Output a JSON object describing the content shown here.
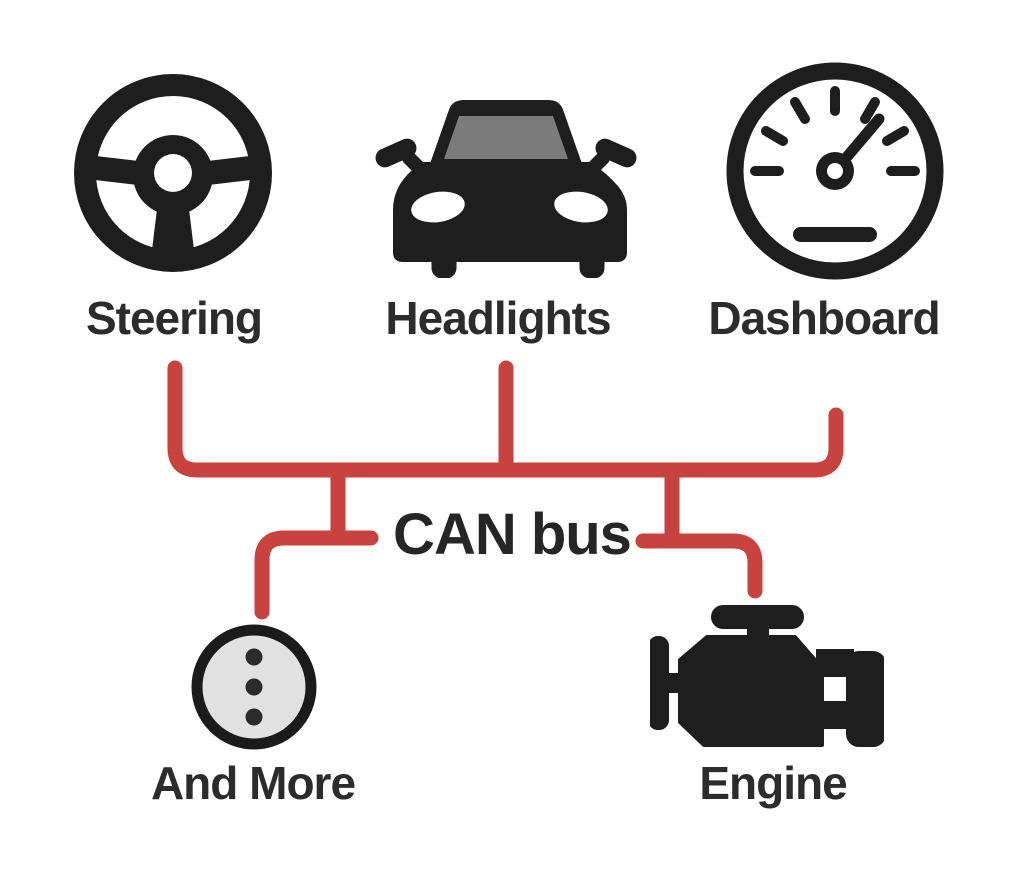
{
  "diagram": {
    "title": "CAN bus",
    "bus": {
      "label": "CAN bus",
      "line_color": "#c8423e"
    },
    "nodes": [
      {
        "label": "Steering",
        "icon": "steering-wheel-icon"
      },
      {
        "label": "Headlights",
        "icon": "car-front-icon"
      },
      {
        "label": "Dashboard",
        "icon": "speedometer-icon"
      },
      {
        "label": "And More",
        "icon": "ellipsis-circle-icon"
      },
      {
        "label": "Engine",
        "icon": "engine-icon"
      }
    ],
    "colors": {
      "icon_black": "#1e1e1e",
      "label_text": "#2c2c2c",
      "windshield_gray": "#7b7b7b",
      "ellipsis_circle_fill": "#e1e1e1",
      "bus_red": "#c8423e",
      "background": "#ffffff"
    }
  }
}
